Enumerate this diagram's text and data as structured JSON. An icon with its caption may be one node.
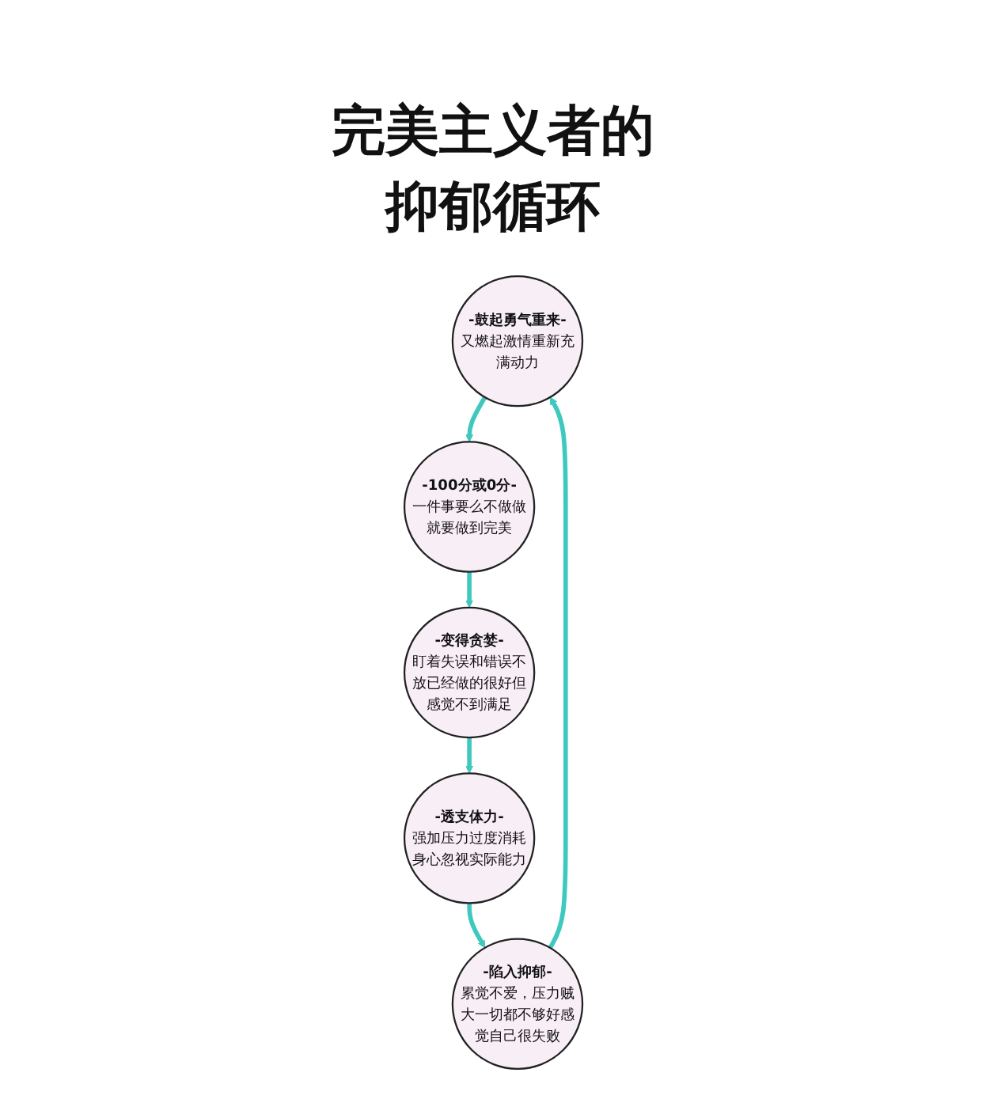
{
  "diagram": {
    "title": "完美主义者的抑郁循环",
    "nodes": [
      {
        "text": [
          "-鼓起勇气重来-",
          "又燃起激情重新充满动力"
        ]
      },
      {
        "text": [
          "-陷入抑郁-",
          "累觉不爱，压力贼大一切都不够好感觉自己很失败"
        ]
      },
      {
        "text": [
          "-100分或0分-",
          "一件事要么不做做就要做到完美"
        ]
      },
      {
        "text": [
          "-透支体力-",
          "强加压力过度消耗身心忽视实际能力"
        ]
      },
      {
        "text": [
          "-变得贪婪-",
          "盯着失误和错误不放已经做的很好但感觉不到满足"
        ]
      }
    ],
    "edges": [
      {
        "from": 1,
        "to": 0,
        "arrow": "to"
      },
      {
        "from": 0,
        "to": 2,
        "arrow": "to"
      },
      {
        "from": 2,
        "to": 4,
        "arrow": "to"
      },
      {
        "from": 4,
        "to": 3,
        "arrow": "to"
      },
      {
        "from": 3,
        "to": 1,
        "arrow": "to"
      }
    ]
  }
}
